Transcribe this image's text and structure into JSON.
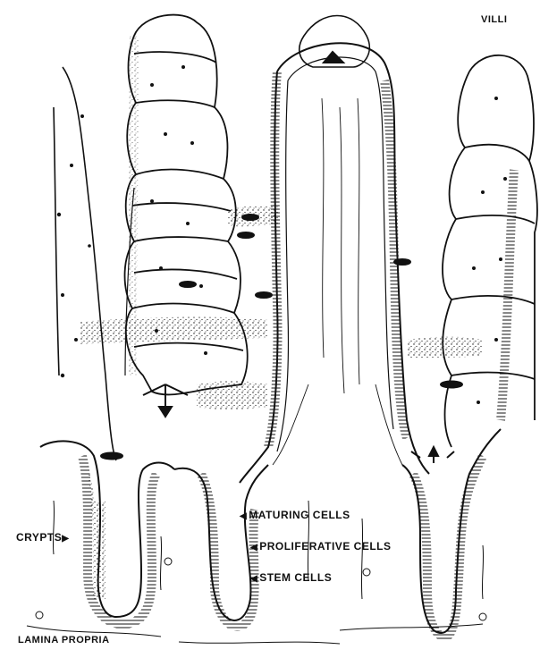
{
  "labels": {
    "villi": "VILLI",
    "crypts": "CRYPTS",
    "maturing_cells": "MATURING CELLS",
    "proliferative_cells": "PROLIFERATIVE CELLS",
    "stem_cells": "STEM CELLS",
    "lamina_propria": "LAMINA PROPRIA"
  },
  "colors": {
    "ink": "#111111",
    "background": "#ffffff"
  }
}
